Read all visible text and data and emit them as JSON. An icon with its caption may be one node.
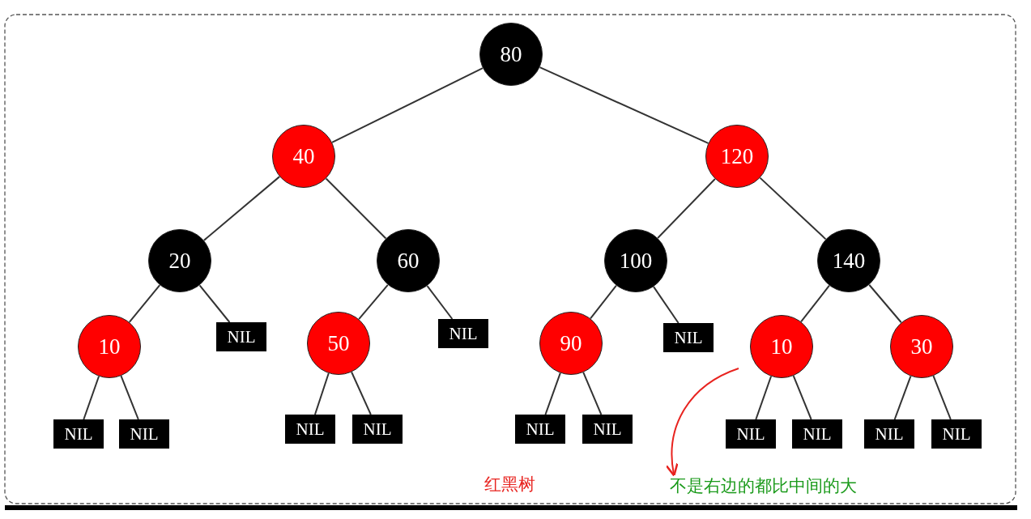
{
  "diagram": {
    "nodes": [
      {
        "text": [
          "80"
        ]
      },
      {
        "text": [
          "40"
        ]
      },
      {
        "text": [
          "120"
        ]
      },
      {
        "text": [
          "20"
        ]
      },
      {
        "text": [
          "60"
        ]
      },
      {
        "text": [
          "100"
        ]
      },
      {
        "text": [
          "140"
        ]
      },
      {
        "text": [
          "10"
        ]
      },
      {
        "text": [
          "NIL"
        ]
      },
      {
        "text": [
          "50"
        ]
      },
      {
        "text": [
          "NIL"
        ]
      },
      {
        "text": [
          "90"
        ]
      },
      {
        "text": [
          "NIL"
        ]
      },
      {
        "text": [
          "10"
        ]
      },
      {
        "text": [
          "30"
        ]
      },
      {
        "text": [
          "NIL"
        ]
      },
      {
        "text": [
          "NIL"
        ]
      },
      {
        "text": [
          "NIL"
        ]
      },
      {
        "text": [
          "NIL"
        ]
      },
      {
        "text": [
          "NIL"
        ]
      },
      {
        "text": [
          "NIL"
        ]
      },
      {
        "text": [
          "NIL"
        ]
      },
      {
        "text": [
          "NIL"
        ]
      },
      {
        "text": [
          "NIL"
        ]
      },
      {
        "text": [
          "NIL"
        ]
      },
      {
        "text": [
          "不是右边的都比中间的大"
        ]
      }
    ],
    "edges": [
      {
        "from": 0,
        "to": 1,
        "arrow": "none"
      },
      {
        "from": 0,
        "to": 2,
        "arrow": "none"
      },
      {
        "from": 1,
        "to": 3,
        "arrow": "none"
      },
      {
        "from": 1,
        "to": 4,
        "arrow": "none"
      },
      {
        "from": 2,
        "to": 5,
        "arrow": "none"
      },
      {
        "from": 2,
        "to": 6,
        "arrow": "none"
      },
      {
        "from": 3,
        "to": 7,
        "arrow": "none"
      },
      {
        "from": 3,
        "to": 8,
        "arrow": "none"
      },
      {
        "from": 4,
        "to": 9,
        "arrow": "none"
      },
      {
        "from": 4,
        "to": 10,
        "arrow": "none"
      },
      {
        "from": 5,
        "to": 11,
        "arrow": "none"
      },
      {
        "from": 5,
        "to": 12,
        "arrow": "none"
      },
      {
        "from": 6,
        "to": 13,
        "arrow": "none"
      },
      {
        "from": 6,
        "to": 14,
        "arrow": "none"
      },
      {
        "from": 7,
        "to": 15,
        "arrow": "none"
      },
      {
        "from": 7,
        "to": 16,
        "arrow": "none"
      },
      {
        "from": 9,
        "to": 17,
        "arrow": "none"
      },
      {
        "from": 9,
        "to": 18,
        "arrow": "none"
      },
      {
        "from": 11,
        "to": 19,
        "arrow": "none"
      },
      {
        "from": 11,
        "to": 20,
        "arrow": "none"
      },
      {
        "from": 13,
        "to": 21,
        "arrow": "none"
      },
      {
        "from": 13,
        "to": 22,
        "arrow": "none"
      },
      {
        "from": 14,
        "to": 23,
        "arrow": "none"
      },
      {
        "from": 14,
        "to": 24,
        "arrow": "none"
      },
      {
        "from": null,
        "to": 25,
        "arrow": "to",
        "color": "#e8231f"
      }
    ],
    "labels": [
      "红黑树"
    ]
  }
}
